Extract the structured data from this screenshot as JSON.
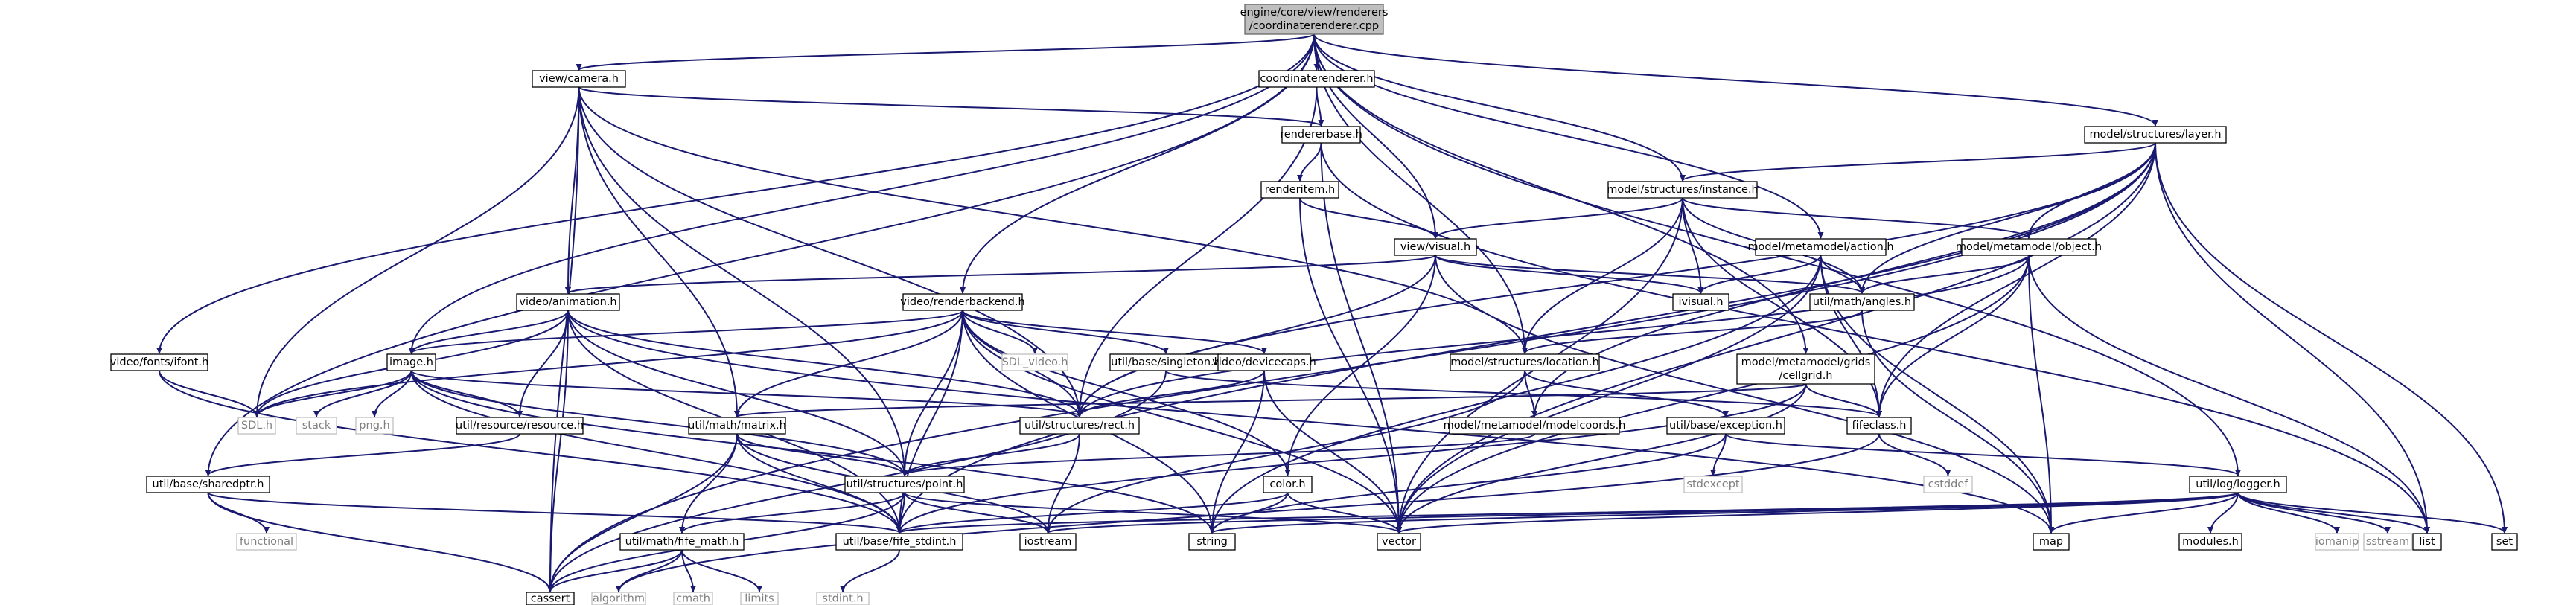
{
  "graph": {
    "nodes": [
      {
        "id": "root",
        "lines": [
          "engine/core/view/renderers",
          "/coordinaterenderer.cpp"
        ],
        "kind": "root"
      },
      {
        "id": "camera",
        "lines": [
          "view/camera.h"
        ],
        "kind": "file"
      },
      {
        "id": "coordrend",
        "lines": [
          "coordinaterenderer.h"
        ],
        "kind": "file"
      },
      {
        "id": "layer",
        "lines": [
          "model/structures/layer.h"
        ],
        "kind": "file"
      },
      {
        "id": "rendbase",
        "lines": [
          "rendererbase.h"
        ],
        "kind": "file"
      },
      {
        "id": "instance",
        "lines": [
          "model/structures/instance.h"
        ],
        "kind": "file"
      },
      {
        "id": "renderitem",
        "lines": [
          "renderitem.h"
        ],
        "kind": "file"
      },
      {
        "id": "visual",
        "lines": [
          "view/visual.h"
        ],
        "kind": "file"
      },
      {
        "id": "action",
        "lines": [
          "model/metamodel/action.h"
        ],
        "kind": "file"
      },
      {
        "id": "object",
        "lines": [
          "model/metamodel/object.h"
        ],
        "kind": "file"
      },
      {
        "id": "animation",
        "lines": [
          "video/animation.h"
        ],
        "kind": "file"
      },
      {
        "id": "renderbackend",
        "lines": [
          "video/renderbackend.h"
        ],
        "kind": "file"
      },
      {
        "id": "ivisual",
        "lines": [
          "ivisual.h"
        ],
        "kind": "file"
      },
      {
        "id": "angles",
        "lines": [
          "util/math/angles.h"
        ],
        "kind": "file"
      },
      {
        "id": "ifont",
        "lines": [
          "video/fonts/ifont.h"
        ],
        "kind": "file"
      },
      {
        "id": "image",
        "lines": [
          "image.h"
        ],
        "kind": "file"
      },
      {
        "id": "sdlvideo",
        "lines": [
          "SDL_video.h"
        ],
        "kind": "sys"
      },
      {
        "id": "singleton",
        "lines": [
          "util/base/singleton.h"
        ],
        "kind": "file"
      },
      {
        "id": "devicecaps",
        "lines": [
          "video/devicecaps.h"
        ],
        "kind": "file"
      },
      {
        "id": "location",
        "lines": [
          "model/structures/location.h"
        ],
        "kind": "file"
      },
      {
        "id": "cellgrid",
        "lines": [
          "model/metamodel/grids",
          "/cellgrid.h"
        ],
        "kind": "file"
      },
      {
        "id": "sdlh",
        "lines": [
          "SDL.h"
        ],
        "kind": "sys"
      },
      {
        "id": "stack",
        "lines": [
          "stack"
        ],
        "kind": "sys"
      },
      {
        "id": "png",
        "lines": [
          "png.h"
        ],
        "kind": "sys"
      },
      {
        "id": "resource",
        "lines": [
          "util/resource/resource.h"
        ],
        "kind": "file"
      },
      {
        "id": "matrix",
        "lines": [
          "util/math/matrix.h"
        ],
        "kind": "file"
      },
      {
        "id": "rect",
        "lines": [
          "util/structures/rect.h"
        ],
        "kind": "file"
      },
      {
        "id": "modelcoords",
        "lines": [
          "model/metamodel/modelcoords.h"
        ],
        "kind": "file"
      },
      {
        "id": "exception",
        "lines": [
          "util/base/exception.h"
        ],
        "kind": "file"
      },
      {
        "id": "fifeclass",
        "lines": [
          "fifeclass.h"
        ],
        "kind": "file"
      },
      {
        "id": "sharedptr",
        "lines": [
          "util/base/sharedptr.h"
        ],
        "kind": "file"
      },
      {
        "id": "point",
        "lines": [
          "util/structures/point.h"
        ],
        "kind": "file"
      },
      {
        "id": "color",
        "lines": [
          "color.h"
        ],
        "kind": "file"
      },
      {
        "id": "stdexcept",
        "lines": [
          "stdexcept"
        ],
        "kind": "sys"
      },
      {
        "id": "cstddef",
        "lines": [
          "cstddef"
        ],
        "kind": "sys"
      },
      {
        "id": "logger",
        "lines": [
          "util/log/logger.h"
        ],
        "kind": "file"
      },
      {
        "id": "functional",
        "lines": [
          "functional"
        ],
        "kind": "sys"
      },
      {
        "id": "fifemath",
        "lines": [
          "util/math/fife_math.h"
        ],
        "kind": "file"
      },
      {
        "id": "iostream",
        "lines": [
          "iostream"
        ],
        "kind": "file"
      },
      {
        "id": "fifestdint",
        "lines": [
          "util/base/fife_stdint.h"
        ],
        "kind": "file"
      },
      {
        "id": "string",
        "lines": [
          "string"
        ],
        "kind": "file"
      },
      {
        "id": "vector",
        "lines": [
          "vector"
        ],
        "kind": "file"
      },
      {
        "id": "map",
        "lines": [
          "map"
        ],
        "kind": "file"
      },
      {
        "id": "modules",
        "lines": [
          "modules.h"
        ],
        "kind": "file"
      },
      {
        "id": "iomanip",
        "lines": [
          "iomanip"
        ],
        "kind": "sys"
      },
      {
        "id": "sstream",
        "lines": [
          "sstream"
        ],
        "kind": "sys"
      },
      {
        "id": "list",
        "lines": [
          "list"
        ],
        "kind": "file"
      },
      {
        "id": "set",
        "lines": [
          "set"
        ],
        "kind": "file"
      },
      {
        "id": "cassert",
        "lines": [
          "cassert"
        ],
        "kind": "file"
      },
      {
        "id": "algorithm",
        "lines": [
          "algorithm"
        ],
        "kind": "sys"
      },
      {
        "id": "cmath",
        "lines": [
          "cmath"
        ],
        "kind": "sys"
      },
      {
        "id": "limits",
        "lines": [
          "limits"
        ],
        "kind": "sys"
      },
      {
        "id": "stdinth",
        "lines": [
          "stdint.h"
        ],
        "kind": "sys"
      }
    ],
    "edges": [
      [
        "root",
        "camera"
      ],
      [
        "root",
        "coordrend"
      ],
      [
        "root",
        "layer"
      ],
      [
        "root",
        "instance"
      ],
      [
        "root",
        "visual"
      ],
      [
        "root",
        "action"
      ],
      [
        "root",
        "renderbackend"
      ],
      [
        "root",
        "location"
      ],
      [
        "root",
        "image"
      ],
      [
        "root",
        "ifont"
      ],
      [
        "root",
        "cellgrid"
      ],
      [
        "root",
        "logger"
      ],
      [
        "root",
        "sharedptr"
      ],
      [
        "camera",
        "rendbase"
      ],
      [
        "camera",
        "animation"
      ],
      [
        "camera",
        "location"
      ],
      [
        "camera",
        "rect"
      ],
      [
        "camera",
        "matrix"
      ],
      [
        "camera",
        "sdlh"
      ],
      [
        "camera",
        "cassert"
      ],
      [
        "camera",
        "point"
      ],
      [
        "coordrend",
        "rendbase"
      ],
      [
        "coordrend",
        "rect"
      ],
      [
        "rendbase",
        "renderitem"
      ],
      [
        "rendbase",
        "vector"
      ],
      [
        "rendbase",
        "list"
      ],
      [
        "renderitem",
        "visual"
      ],
      [
        "renderitem",
        "vector"
      ],
      [
        "layer",
        "instance"
      ],
      [
        "layer",
        "object"
      ],
      [
        "layer",
        "angles"
      ],
      [
        "layer",
        "modelcoords"
      ],
      [
        "layer",
        "fifeclass"
      ],
      [
        "layer",
        "vector"
      ],
      [
        "layer",
        "list"
      ],
      [
        "layer",
        "set"
      ],
      [
        "layer",
        "cassert"
      ],
      [
        "layer",
        "rect"
      ],
      [
        "layer",
        "fifestdint"
      ],
      [
        "instance",
        "visual"
      ],
      [
        "instance",
        "ivisual"
      ],
      [
        "instance",
        "location"
      ],
      [
        "instance",
        "object"
      ],
      [
        "instance",
        "angles"
      ],
      [
        "instance",
        "fifeclass"
      ],
      [
        "instance",
        "vector"
      ],
      [
        "visual",
        "animation"
      ],
      [
        "visual",
        "ivisual"
      ],
      [
        "visual",
        "angles"
      ],
      [
        "visual",
        "color"
      ],
      [
        "visual",
        "rect"
      ],
      [
        "visual",
        "map"
      ],
      [
        "action",
        "ivisual"
      ],
      [
        "action",
        "angles"
      ],
      [
        "action",
        "fifeclass"
      ],
      [
        "action",
        "string"
      ],
      [
        "action",
        "vector"
      ],
      [
        "action",
        "map"
      ],
      [
        "object",
        "angles"
      ],
      [
        "object",
        "fifeclass"
      ],
      [
        "object",
        "list"
      ],
      [
        "object",
        "map"
      ],
      [
        "object",
        "vector"
      ],
      [
        "object",
        "rect"
      ],
      [
        "animation",
        "image"
      ],
      [
        "animation",
        "resource"
      ],
      [
        "animation",
        "point"
      ],
      [
        "animation",
        "fifestdint"
      ],
      [
        "animation",
        "map"
      ],
      [
        "animation",
        "sdlh"
      ],
      [
        "animation",
        "rect"
      ],
      [
        "animation",
        "cassert"
      ],
      [
        "renderbackend",
        "image"
      ],
      [
        "renderbackend",
        "sdlvideo"
      ],
      [
        "renderbackend",
        "singleton"
      ],
      [
        "renderbackend",
        "devicecaps"
      ],
      [
        "renderbackend",
        "rect"
      ],
      [
        "renderbackend",
        "point"
      ],
      [
        "renderbackend",
        "color"
      ],
      [
        "renderbackend",
        "fifestdint"
      ],
      [
        "renderbackend",
        "string"
      ],
      [
        "renderbackend",
        "vector"
      ],
      [
        "renderbackend",
        "sdlh"
      ],
      [
        "renderbackend",
        "matrix"
      ],
      [
        "angles",
        "location"
      ],
      [
        "angles",
        "map"
      ],
      [
        "ifont",
        "sdlh"
      ],
      [
        "ifont",
        "fifestdint"
      ],
      [
        "image",
        "sdlh"
      ],
      [
        "image",
        "stack"
      ],
      [
        "image",
        "png"
      ],
      [
        "image",
        "resource"
      ],
      [
        "image",
        "rect"
      ],
      [
        "image",
        "point"
      ],
      [
        "image",
        "fifestdint"
      ],
      [
        "image",
        "string"
      ],
      [
        "singleton",
        "fifeclass"
      ],
      [
        "singleton",
        "cassert"
      ],
      [
        "devicecaps",
        "rect"
      ],
      [
        "devicecaps",
        "string"
      ],
      [
        "devicecaps",
        "vector"
      ],
      [
        "location",
        "modelcoords"
      ],
      [
        "location",
        "exception"
      ],
      [
        "location",
        "iostream"
      ],
      [
        "cellgrid",
        "matrix"
      ],
      [
        "cellgrid",
        "fifeclass"
      ],
      [
        "cellgrid",
        "vector"
      ],
      [
        "cellgrid",
        "fifestdint"
      ],
      [
        "resource",
        "sharedptr"
      ],
      [
        "matrix",
        "point"
      ],
      [
        "matrix",
        "fifemath"
      ],
      [
        "matrix",
        "fifestdint"
      ],
      [
        "matrix",
        "iostream"
      ],
      [
        "matrix",
        "cassert"
      ],
      [
        "rect",
        "point"
      ],
      [
        "rect",
        "iostream"
      ],
      [
        "modelcoords",
        "point"
      ],
      [
        "exception",
        "string"
      ],
      [
        "exception",
        "stdexcept"
      ],
      [
        "exception",
        "logger"
      ],
      [
        "fifeclass",
        "cstddef"
      ],
      [
        "fifeclass",
        "algorithm"
      ],
      [
        "sharedptr",
        "functional"
      ],
      [
        "sharedptr",
        "fifestdint"
      ],
      [
        "sharedptr",
        "cassert"
      ],
      [
        "point",
        "fifemath"
      ],
      [
        "point",
        "fifestdint"
      ],
      [
        "point",
        "iostream"
      ],
      [
        "point",
        "vector"
      ],
      [
        "point",
        "cassert"
      ],
      [
        "color",
        "fifestdint"
      ],
      [
        "color",
        "string"
      ],
      [
        "color",
        "vector"
      ],
      [
        "logger",
        "fifestdint"
      ],
      [
        "logger",
        "iostream"
      ],
      [
        "logger",
        "string"
      ],
      [
        "logger",
        "vector"
      ],
      [
        "logger",
        "map"
      ],
      [
        "logger",
        "modules"
      ],
      [
        "logger",
        "iomanip"
      ],
      [
        "logger",
        "sstream"
      ],
      [
        "logger",
        "list"
      ],
      [
        "logger",
        "set"
      ],
      [
        "fifemath",
        "cassert"
      ],
      [
        "fifemath",
        "algorithm"
      ],
      [
        "fifemath",
        "cmath"
      ],
      [
        "fifemath",
        "limits"
      ],
      [
        "fifestdint",
        "stdinth"
      ]
    ]
  }
}
